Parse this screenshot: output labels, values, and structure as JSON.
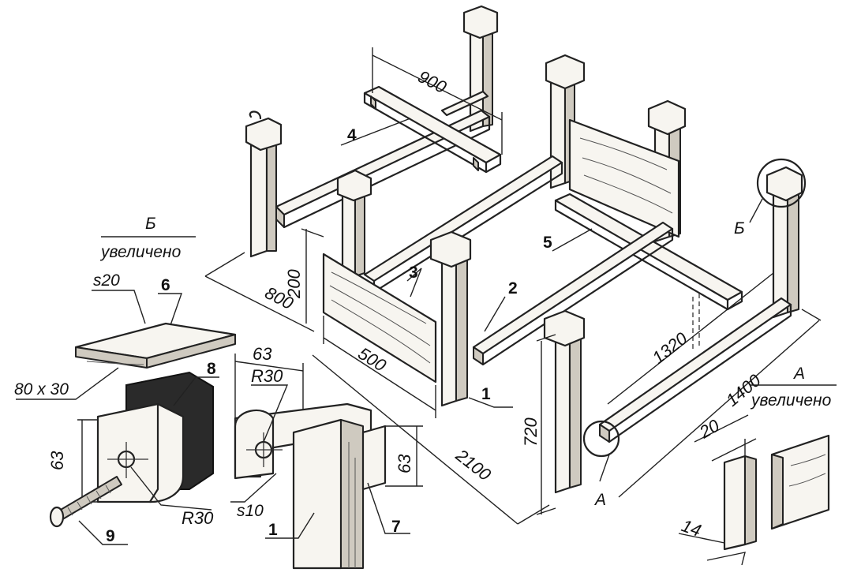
{
  "dimensions": {
    "d900": "900",
    "d200": "200",
    "d800": "800",
    "d500": "500",
    "d2100": "2100",
    "d720": "720",
    "d1320": "1320",
    "d1400": "1400",
    "d63a": "63",
    "d63b": "63",
    "d63c": "63",
    "r30a": "R30",
    "r30b": "R30",
    "s20": "s20",
    "s10": "s10",
    "d80x30": "80 x 30",
    "d20": "20",
    "d14": "14"
  },
  "parts": {
    "p1a": "1",
    "p1b": "1",
    "p2": "2",
    "p3": "3",
    "p4": "4",
    "p5": "5",
    "p6": "6",
    "p7": "7",
    "p8": "8",
    "p9": "9"
  },
  "callouts": {
    "b_letter": "Б",
    "b_enlarged": "увеличено",
    "b_marker": "Б",
    "a_letter": "А",
    "a_enlarged": "увеличено",
    "a_marker": "А"
  }
}
